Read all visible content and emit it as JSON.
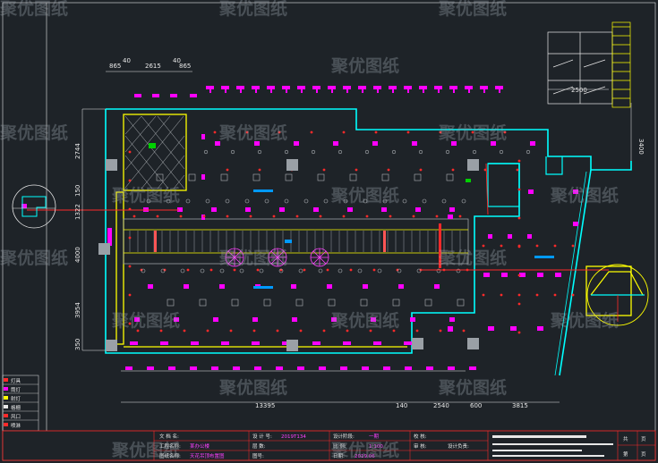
{
  "watermark": "聚优图纸",
  "dimensions": {
    "top": [
      "865",
      "40",
      "2615",
      "40",
      "865"
    ],
    "right_top": "2500",
    "right_vertical": "3400",
    "left": [
      "2744",
      "150",
      "1322",
      "4000",
      "3954",
      "350"
    ],
    "bottom": [
      "13395",
      "140",
      "2540",
      "600",
      "3815"
    ]
  },
  "title_block": {
    "row1": [
      "文 档 名:",
      "设 计 号:",
      "2019T134",
      "设计阶段:",
      "一期",
      "校  核:"
    ],
    "row2": [
      "工程名称:",
      "某办公楼",
      "层 数:",
      "比  例:",
      "1:100",
      "审 核:",
      "设计负责:"
    ],
    "row3": [
      "图纸名称:",
      "天花吊顶布置图",
      "图号:",
      "日期:",
      "2019.06"
    ],
    "right": [
      "页",
      "共",
      "页",
      "第"
    ]
  },
  "legend": [
    "灯具",
    "筒灯",
    "射灯",
    "格栅",
    "风口",
    "喷淋"
  ],
  "colors": {
    "background": "#1e2328",
    "wall": "#00ffff",
    "magenta": "#ff00ff",
    "yellow": "#ffff00",
    "red": "#ff2a2a",
    "grey": "#9aa0a6",
    "white": "#e8e8e8",
    "green": "#00d000",
    "blue": "#0099ff"
  }
}
